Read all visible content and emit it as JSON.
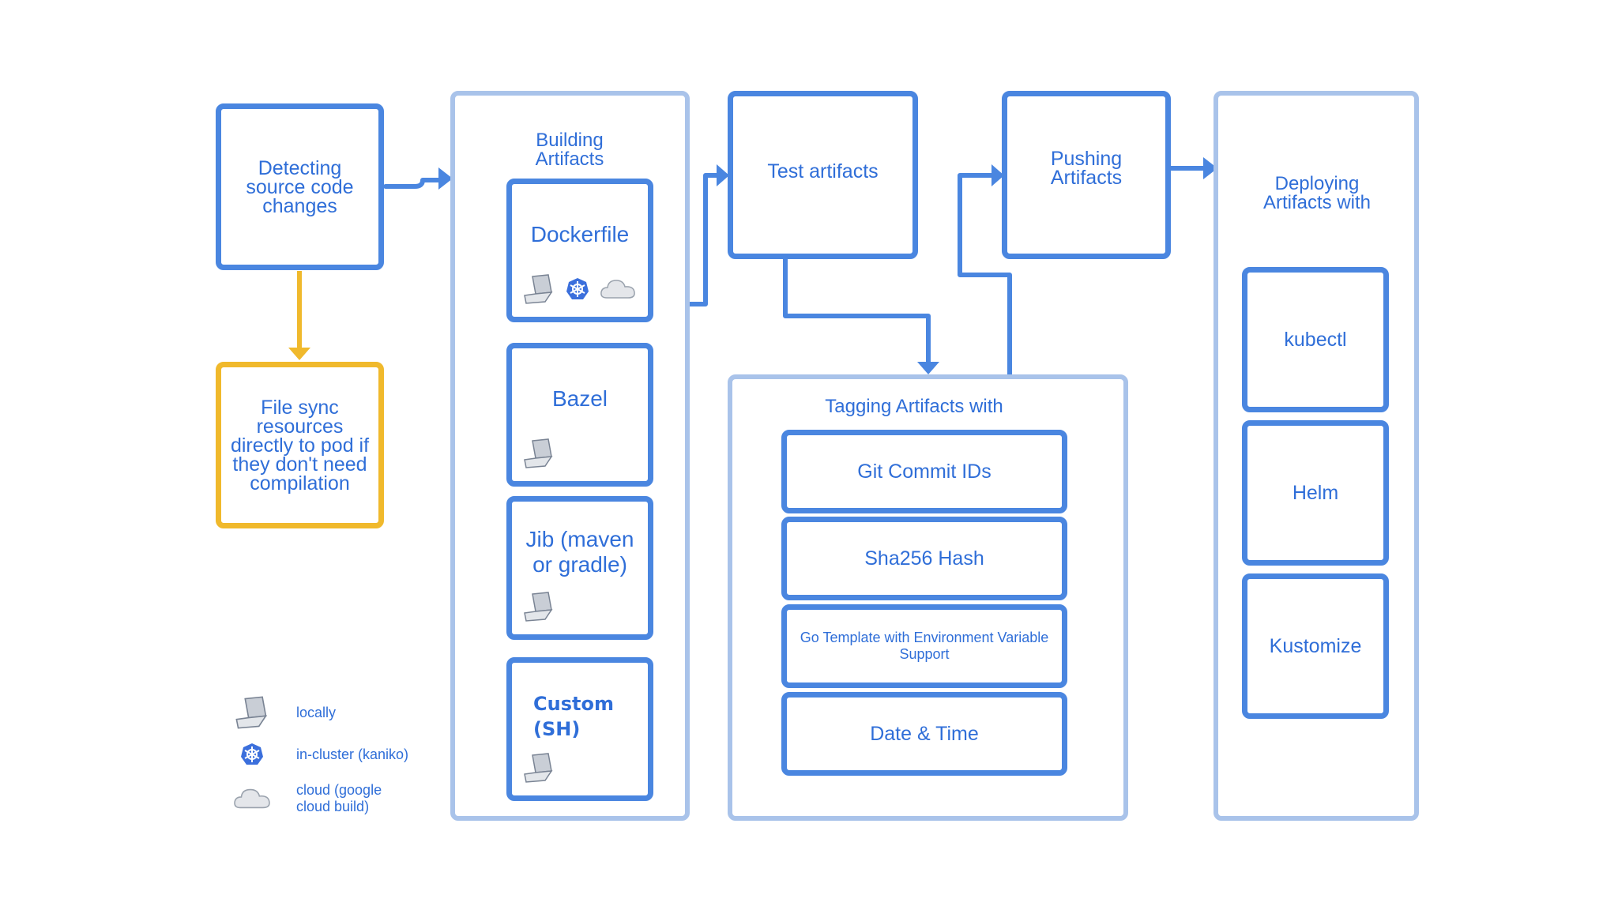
{
  "colors": {
    "box_border": "#4a86e0",
    "panel_border": "#a9c3ea",
    "text": "#2f6ed8",
    "sync_border": "#f0b92c"
  },
  "detect": {
    "label": "Detecting source code changes"
  },
  "filesync": {
    "label": "File sync resources directly to pod if they don't need compilation"
  },
  "building": {
    "title": "Building Artifacts",
    "items": [
      {
        "label": "Dockerfile",
        "icons": [
          "laptop-icon",
          "kubernetes-icon",
          "cloud-icon"
        ]
      },
      {
        "label": "Bazel",
        "icons": [
          "laptop-icon"
        ]
      },
      {
        "label": "Jib (maven or gradle)",
        "icons": [
          "laptop-icon"
        ]
      },
      {
        "label": "Custom (SH)",
        "icons": [
          "laptop-icon"
        ]
      }
    ]
  },
  "test": {
    "label": "Test artifacts"
  },
  "push": {
    "label": "Pushing Artifacts"
  },
  "tagging": {
    "title": "Tagging Artifacts with",
    "items": [
      "Git Commit IDs",
      "Sha256 Hash",
      "Go Template with Environment Variable Support",
      "Date & Time"
    ]
  },
  "deploying": {
    "title": "Deploying Artifacts with",
    "items": [
      "kubectl",
      "Helm",
      "Kustomize"
    ]
  },
  "legend": [
    {
      "icon": "laptop-icon",
      "label": "locally"
    },
    {
      "icon": "kubernetes-icon",
      "label": "in-cluster (kaniko)"
    },
    {
      "icon": "cloud-icon",
      "label": "cloud (google cloud build)"
    }
  ]
}
